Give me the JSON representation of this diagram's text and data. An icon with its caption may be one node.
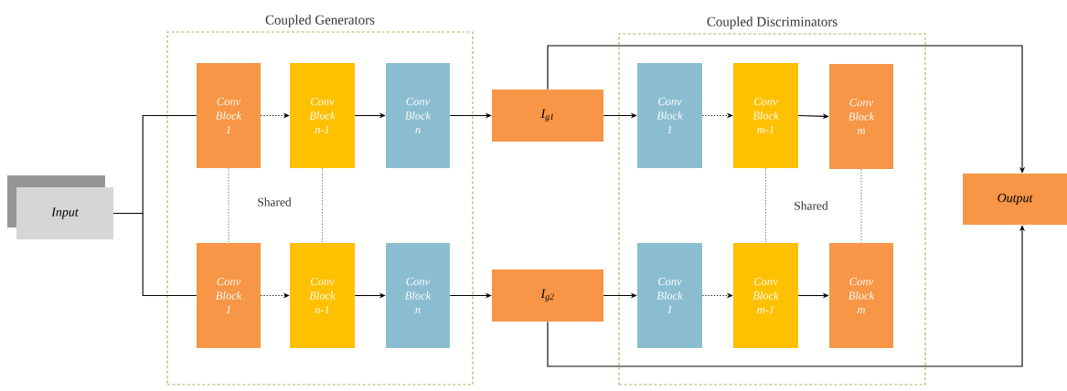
{
  "diagram": {
    "nodes": [
      {
        "text": [
          "Coupled Generators"
        ]
      },
      {
        "text": [
          "Coupled Discriminators"
        ]
      },
      {
        "text": [
          "Input"
        ]
      },
      {
        "text": [
          "Conv Block 1"
        ],
        "in": 0
      },
      {
        "text": [
          "Conv Block n-1"
        ],
        "in": 0
      },
      {
        "text": [
          "Conv Block n"
        ],
        "in": 0
      },
      {
        "text": [
          "Conv Block 1"
        ],
        "in": 0
      },
      {
        "text": [
          "Conv Block n-1"
        ],
        "in": 0
      },
      {
        "text": [
          "Conv Block n"
        ],
        "in": 0
      },
      {
        "text": [
          "I$_{g1}$"
        ]
      },
      {
        "text": [
          "I$_{g2}$"
        ]
      },
      {
        "text": [
          "Conv Block 1"
        ],
        "in": 1
      },
      {
        "text": [
          "Conv Block m-1"
        ],
        "in": 1
      },
      {
        "text": [
          "Conv Block m"
        ],
        "in": 1
      },
      {
        "text": [
          "Conv Block 1"
        ],
        "in": 1
      },
      {
        "text": [
          "Conv Block m-1"
        ],
        "in": 1
      },
      {
        "text": [
          "Conv Block m"
        ],
        "in": 1
      },
      {
        "text": [
          "Output"
        ]
      }
    ],
    "edges": [
      {
        "from": 2,
        "to": 3,
        "arrow": "none"
      },
      {
        "from": 2,
        "to": 6,
        "arrow": "none"
      },
      {
        "from": 3,
        "to": 4,
        "arrow": "to",
        "style": "dashed"
      },
      {
        "from": 4,
        "to": 5,
        "arrow": "to"
      },
      {
        "from": 5,
        "to": 9,
        "arrow": "to"
      },
      {
        "from": 6,
        "to": 7,
        "arrow": "to",
        "style": "dashed"
      },
      {
        "from": 7,
        "to": 8,
        "arrow": "to"
      },
      {
        "from": 8,
        "to": 10,
        "arrow": "to"
      },
      {
        "from": 3,
        "to": 6,
        "arrow": "none",
        "style": "dashed",
        "color": "#6e6e6e"
      },
      {
        "from": 4,
        "to": 7,
        "arrow": "none",
        "style": "dashed",
        "color": "#6e6e6e"
      },
      {
        "from": 9,
        "to": 11,
        "arrow": "to"
      },
      {
        "from": 11,
        "to": 12,
        "arrow": "to",
        "style": "dashed"
      },
      {
        "from": 12,
        "to": 13,
        "arrow": "to"
      },
      {
        "from": 10,
        "to": 14,
        "arrow": "to"
      },
      {
        "from": 14,
        "to": 15,
        "arrow": "to",
        "style": "dashed"
      },
      {
        "from": 15,
        "to": 16,
        "arrow": "to"
      },
      {
        "from": 12,
        "to": 15,
        "arrow": "none",
        "style": "dashed",
        "color": "#6e6e6e"
      },
      {
        "from": 13,
        "to": 16,
        "arrow": "none",
        "style": "dashed",
        "color": "#6e6e6e"
      },
      {
        "from": 9,
        "to": 17,
        "arrow": "to"
      },
      {
        "from": 10,
        "to": 17,
        "arrow": "to"
      }
    ],
    "labels": [
      "Shared",
      "Shared"
    ]
  }
}
